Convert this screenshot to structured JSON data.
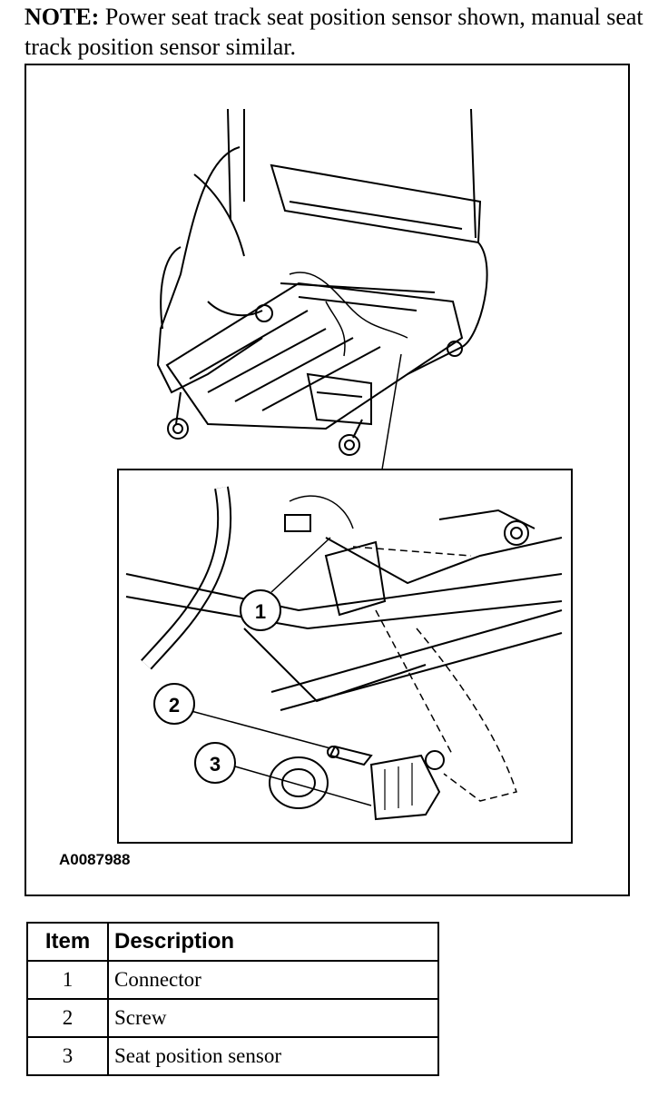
{
  "note": {
    "label": "NOTE:",
    "text": " Power seat track seat position sensor shown, manual seat track position sensor similar."
  },
  "figure": {
    "id": "A0087988",
    "callouts": [
      "1",
      "2",
      "3"
    ]
  },
  "table": {
    "headers": [
      "Item",
      "Description"
    ],
    "rows": [
      {
        "item": "1",
        "description": "Connector"
      },
      {
        "item": "2",
        "description": "Screw"
      },
      {
        "item": "3",
        "description": "Seat position sensor"
      }
    ]
  }
}
